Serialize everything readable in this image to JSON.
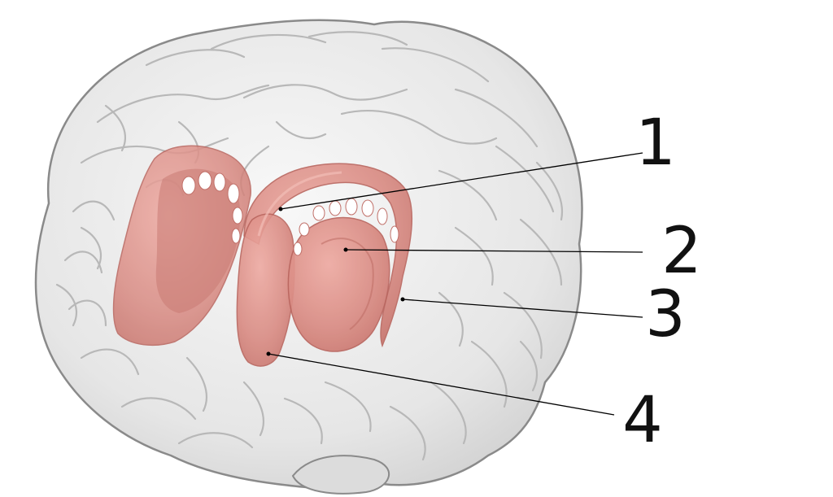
{
  "diagram": {
    "labels": [
      {
        "id": "1",
        "text": "1"
      },
      {
        "id": "2",
        "text": "2"
      },
      {
        "id": "3",
        "text": "3"
      },
      {
        "id": "4",
        "text": "4"
      }
    ],
    "colors": {
      "background": "#ffffff",
      "brain_fill": "#ececec",
      "brain_outline": "#7a7a7a",
      "gyri_lines": "#b4b4b4",
      "structure_fill": "#d98b83",
      "structure_shade": "#c06f68",
      "structure_highlight": "#efb4ac",
      "leader_line": "#000000",
      "label_ink": "#111111"
    }
  }
}
